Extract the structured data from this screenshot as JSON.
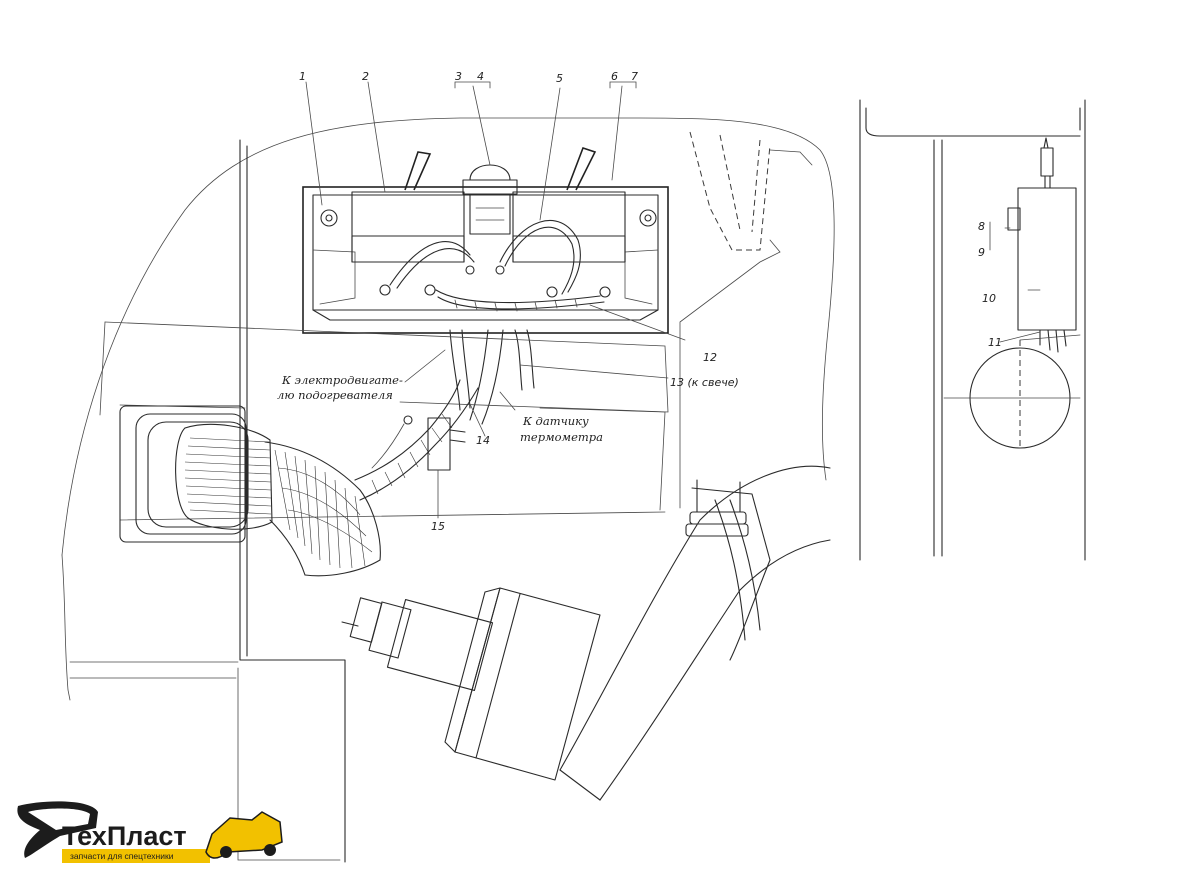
{
  "callouts": [
    "1",
    "2",
    "3",
    "4",
    "5",
    "6",
    "7",
    "8",
    "9",
    "10",
    "11",
    "12",
    "13 (к свече)",
    "14",
    "15"
  ],
  "annotations": {
    "motor": [
      "К электродвигате-",
      "лю подогревателя"
    ],
    "thermometer": [
      "К датчику",
      "термометра"
    ]
  },
  "logo": {
    "name": "ТехПласт",
    "tagline": "запчасти для спецтехники",
    "accent_color": "#f2c100"
  }
}
